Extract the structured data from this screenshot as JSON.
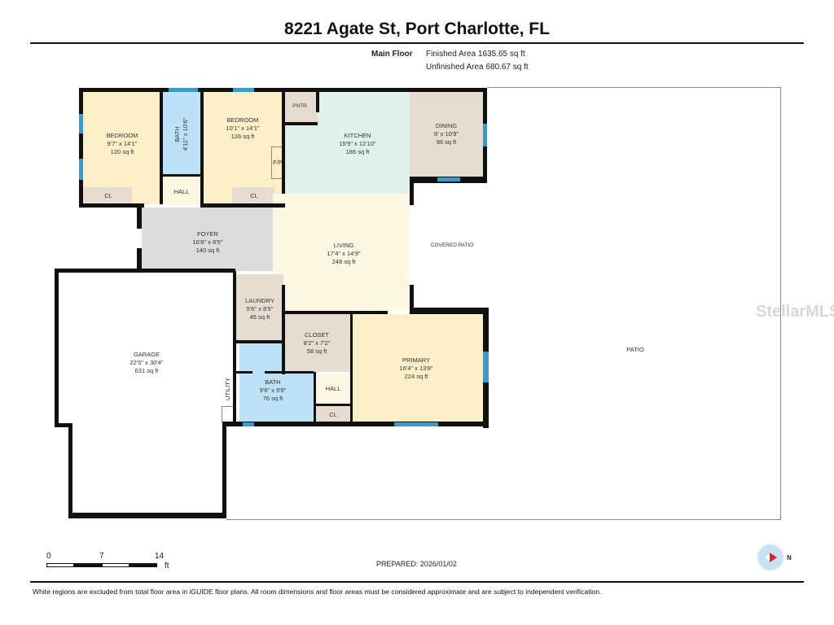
{
  "title": "8221 Agate St, Port Charlotte, FL",
  "floor": {
    "name": "Main Floor",
    "finished_area": "Finished Area 1635.65 sq ft",
    "unfinished_area": "Unfinished Area 680.67 sq ft"
  },
  "rooms": {
    "bedroom1": {
      "name": "BEDROOM",
      "dims": "9'7\" x 14'1\"",
      "area": "120 sq ft"
    },
    "bath1": {
      "name": "BATH",
      "dims": "4'11\" x 10'6\""
    },
    "bedroom2": {
      "name": "BEDROOM",
      "dims": "10'1\" x 14'1\"",
      "area": "126 sq ft"
    },
    "kitchen": {
      "name": "KITCHEN",
      "dims": "15'9\" x 12'10\"",
      "area": "186 sq ft"
    },
    "dining": {
      "name": "DINING",
      "dims": "9' x 10'9\"",
      "area": "96 sq ft"
    },
    "foyer": {
      "name": "FOYER",
      "dims": "16'8\" x 8'5\"",
      "area": "140 sq ft"
    },
    "living": {
      "name": "LIVING",
      "dims": "17'4\" x 14'9\"",
      "area": "248 sq ft"
    },
    "laundry": {
      "name": "LAUNDRY",
      "dims": "5'6\" x 8'5\"",
      "area": "45 sq ft"
    },
    "closet": {
      "name": "CLOSET",
      "dims": "8'2\" x 7'2\"",
      "area": "58 sq ft"
    },
    "garage": {
      "name": "GARAGE",
      "dims": "22'5\" x 30'4\"",
      "area": "631 sq ft"
    },
    "bath2": {
      "name": "BATH",
      "dims": "9'6\" x 9'9\"",
      "area": "76 sq ft"
    },
    "primary": {
      "name": "PRIMARY",
      "dims": "16'4\" x 13'8\"",
      "area": "224 sq ft"
    }
  },
  "small_labels": {
    "pntr": "PNTR",
    "hall": "HALL",
    "cl": "CL",
    "fp": "F/P",
    "utility": "UTILITY",
    "covered_patio": "COVERED PATIO",
    "patio": "PATIO"
  },
  "scale": {
    "ticks": [
      "0",
      "7",
      "14"
    ],
    "unit": "ft"
  },
  "prepared": "PREPARED: 2026/01/02",
  "compass_label": "N",
  "watermark": "StellarMLS",
  "disclaimer": "White regions are excluded from total floor area in iGUIDE floor plans. All room dimensions and floor areas must be considered approximate and are subject to independent verification."
}
